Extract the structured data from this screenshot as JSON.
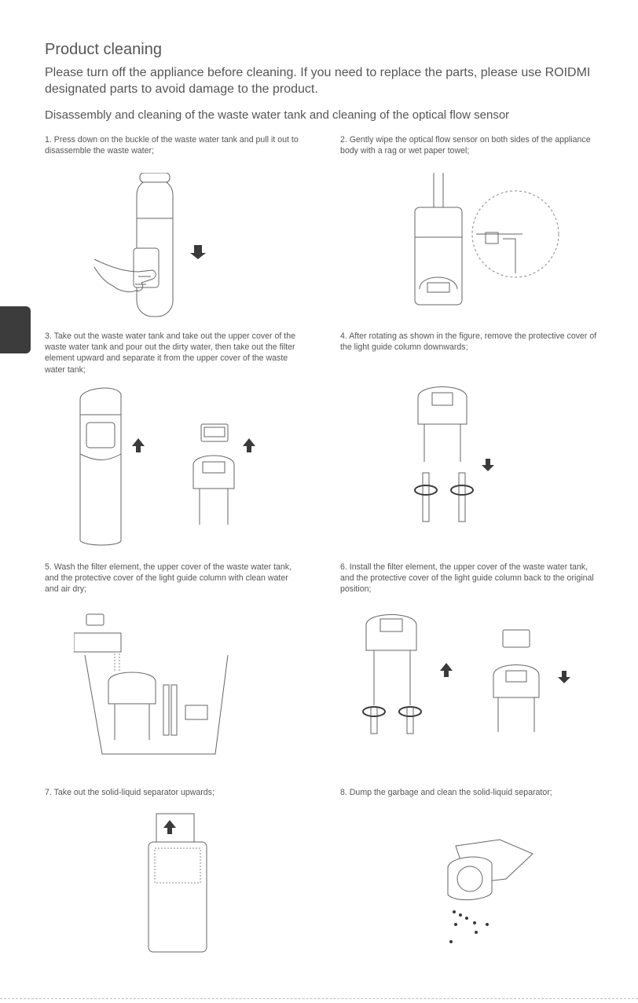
{
  "title": "Product cleaning",
  "intro": "Please turn off the appliance before cleaning. If you need to replace the parts, please use ROIDMI designated parts to avoid damage to the product.",
  "subtitle": "Disassembly and cleaning of the waste water tank and cleaning of the optical flow sensor",
  "steps": [
    {
      "text": "1. Press down on the buckle of the waste water tank and pull it out to disassemble the waste water;"
    },
    {
      "text": "2. Gently wipe the optical flow sensor on both sides of the appliance body with a rag or wet paper towel;"
    },
    {
      "text": "3. Take out the waste water tank and take out the upper cover of the waste water tank and pour out the dirty water, then take out the filter element upward and separate it from the upper cover of the waste water tank;"
    },
    {
      "text": "4. After rotating as shown in the figure, remove the protective cover of the light guide column downwards;"
    },
    {
      "text": "5. Wash the filter element, the upper cover of the waste water tank, and the protective cover of the light guide column with clean water and air dry;"
    },
    {
      "text": "6. Install the filter element, the upper cover of the waste water tank, and the protective cover of the light guide column back to the original position;"
    },
    {
      "text": "7. Take out the solid-liquid separator upwards;"
    },
    {
      "text": "8. Dump the garbage and clean the solid-liquid separator;"
    }
  ],
  "icons": {
    "arrow_down": "arrow-down-icon",
    "arrow_up": "arrow-up-icon",
    "rotate": "rotate-icon"
  },
  "colors": {
    "text": "#555555",
    "tab": "#3c3c3c",
    "arrow": "#3a3a3a"
  }
}
